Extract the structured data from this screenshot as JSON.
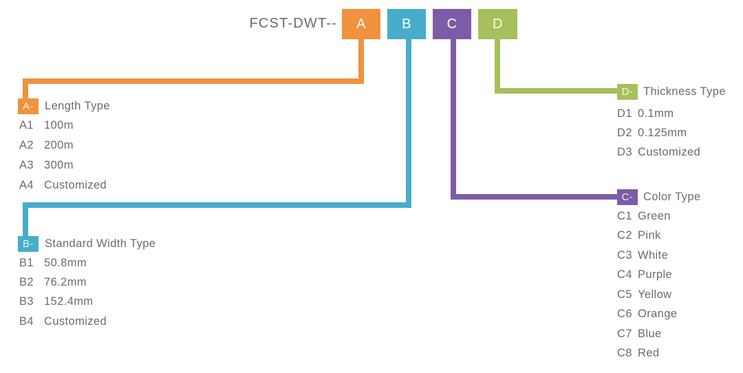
{
  "product_code": {
    "prefix": "FCST-DWT--",
    "segments": [
      {
        "letter": "A",
        "color": "#F0923E"
      },
      {
        "letter": "B",
        "color": "#47ADCA"
      },
      {
        "letter": "C",
        "color": "#7C5CA6"
      },
      {
        "letter": "D",
        "color": "#A5C05C"
      }
    ]
  },
  "sections": [
    {
      "badge": "A-",
      "title": "Length Type",
      "color": "#F0923E",
      "items": [
        {
          "code": "A1",
          "value": "100m"
        },
        {
          "code": "A2",
          "value": "200m"
        },
        {
          "code": "A3",
          "value": "300m"
        },
        {
          "code": "A4",
          "value": "Customized"
        }
      ]
    },
    {
      "badge": "B-",
      "title": "Standard Width Type",
      "color": "#47ADCA",
      "items": [
        {
          "code": "B1",
          "value": "50.8mm"
        },
        {
          "code": "B2",
          "value": "76.2mm"
        },
        {
          "code": "B3",
          "value": "152.4mm"
        },
        {
          "code": "B4",
          "value": "Customized"
        }
      ]
    },
    {
      "badge": "C-",
      "title": "Color Type",
      "color": "#7C5CA6",
      "items": [
        {
          "code": "C1",
          "value": "Green"
        },
        {
          "code": "C2",
          "value": "Pink"
        },
        {
          "code": "C3",
          "value": "White"
        },
        {
          "code": "C4",
          "value": "Purple"
        },
        {
          "code": "C5",
          "value": "Yellow"
        },
        {
          "code": "C6",
          "value": "Orange"
        },
        {
          "code": "C7",
          "value": "Blue"
        },
        {
          "code": "C8",
          "value": "Red"
        }
      ]
    },
    {
      "badge": "D-",
      "title": "Thickness Type",
      "color": "#A5C05C",
      "items": [
        {
          "code": "D1",
          "value": "0.1mm"
        },
        {
          "code": "D2",
          "value": "0.125mm"
        },
        {
          "code": "D3",
          "value": "Customized"
        }
      ]
    }
  ],
  "palette": {
    "text_gray": "#6B6B6B",
    "background": "#FFFFFF"
  }
}
